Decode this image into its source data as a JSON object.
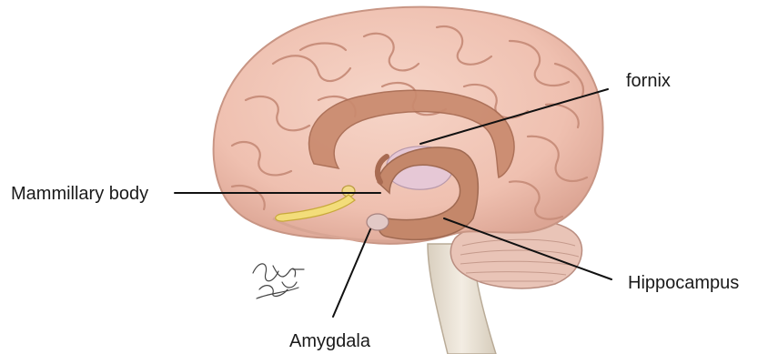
{
  "labels": {
    "fornix": "fornix",
    "mammillary_body": "Mammillary body",
    "hippocampus": "Hippocampus",
    "amygdala": "Amygdala"
  },
  "signature": "Ahmed Kadhim 2024",
  "colors": {
    "cortex": "#f2c7b8",
    "cortex_shadow": "#d9a694",
    "limbic": "#c98a6e",
    "fornix_fill": "#bf7f63",
    "ventricle": "#e4c4d3",
    "olfactory": "#f3dd7a",
    "brainstem": "#ece4d6",
    "cerebellum": "#e8c3b6"
  }
}
